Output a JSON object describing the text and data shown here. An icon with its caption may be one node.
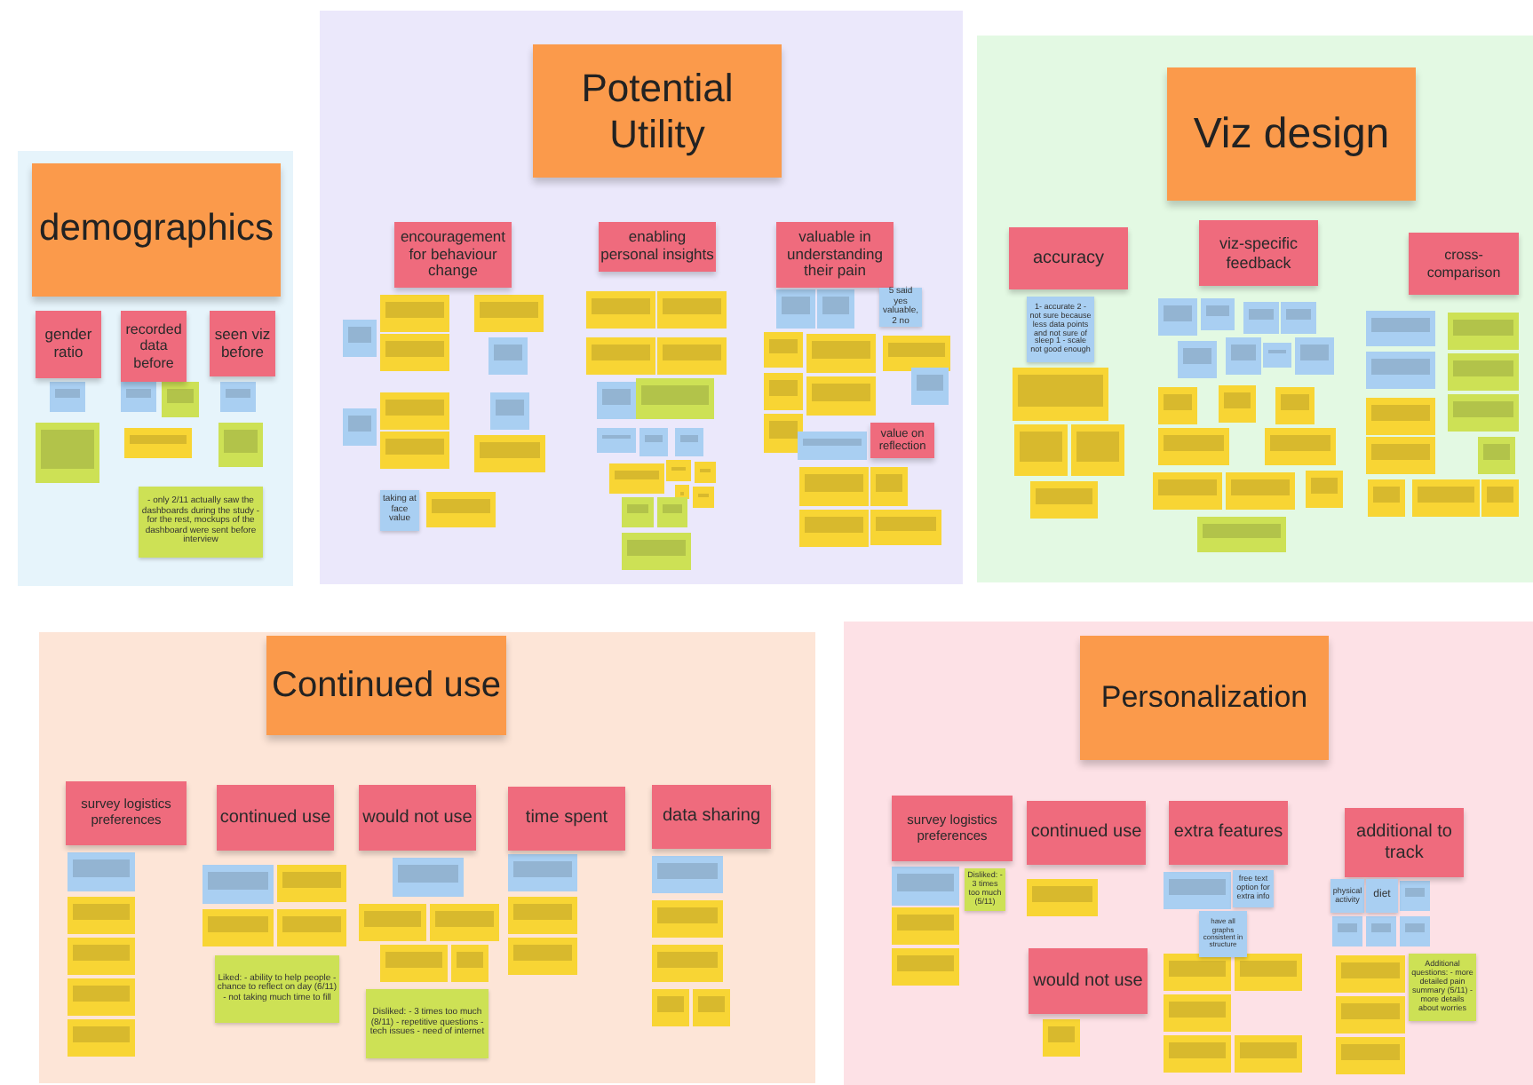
{
  "diagram": {
    "nodes": [
      {
        "text": [
          "demographics"
        ]
      },
      {
        "text": [
          "gender ratio"
        ],
        "in": 0
      },
      {
        "text": [
          "recorded data before"
        ],
        "in": 0
      },
      {
        "text": [
          "seen viz before"
        ],
        "in": 0
      },
      {
        "text": [
          "- only 2/11 actually saw the dashboards during the study - for the rest, mockups of the dashboard were sent before interview"
        ],
        "in": 0
      },
      {
        "text": [
          "Potential Utility"
        ]
      },
      {
        "text": [
          "encouragement for behaviour change"
        ],
        "in": 5
      },
      {
        "text": [
          "enabling personal insights"
        ],
        "in": 5
      },
      {
        "text": [
          "valuable in understanding their pain"
        ],
        "in": 5
      },
      {
        "text": [
          "value on reflection"
        ],
        "in": 5
      },
      {
        "text": [
          "taking at face value"
        ],
        "in": 5
      },
      {
        "text": [
          "5 said yes valuable, 2 no"
        ],
        "in": 5
      },
      {
        "text": [
          "Viz design"
        ]
      },
      {
        "text": [
          "accuracy"
        ],
        "in": 12
      },
      {
        "text": [
          "viz-specific feedback"
        ],
        "in": 12
      },
      {
        "text": [
          "cross-comparison"
        ],
        "in": 12
      },
      {
        "text": [
          "1- accurate 2 - not sure because less data points and not sure of sleep 1 - scale not good enough"
        ],
        "in": 12
      },
      {
        "text": [
          "Continued use"
        ]
      },
      {
        "text": [
          "survey logistics preferences"
        ],
        "in": 17
      },
      {
        "text": [
          "continued use"
        ],
        "in": 17
      },
      {
        "text": [
          "would not use"
        ],
        "in": 17
      },
      {
        "text": [
          "time spent"
        ],
        "in": 17
      },
      {
        "text": [
          "data sharing"
        ],
        "in": 17
      },
      {
        "text": [
          "Liked: - ability to help people - chance to reflect on day (6/11) - not taking much time to fill"
        ],
        "in": 17
      },
      {
        "text": [
          "Disliked: - 3 times too much (8/11) - repetitive questions - tech issues - need of internet"
        ],
        "in": 17
      },
      {
        "text": [
          "Personalization"
        ]
      },
      {
        "text": [
          "survey logistics preferences"
        ],
        "in": 25
      },
      {
        "text": [
          "continued use"
        ],
        "in": 25
      },
      {
        "text": [
          "would not use"
        ],
        "in": 25
      },
      {
        "text": [
          "extra features"
        ],
        "in": 25
      },
      {
        "text": [
          "additional to track"
        ],
        "in": 25
      },
      {
        "text": [
          "Disliked: - 3 times too much (5/11)"
        ],
        "in": 25
      },
      {
        "text": [
          "free text option for extra info"
        ],
        "in": 25
      },
      {
        "text": [
          "have all graphs consistent in structure"
        ],
        "in": 25
      },
      {
        "text": [
          "physical activity"
        ],
        "in": 25
      },
      {
        "text": [
          "diet"
        ],
        "in": 25
      },
      {
        "text": [
          "Additional questions: - more detailed pain summary (5/11) - more details about worries"
        ],
        "in": 25
      }
    ]
  }
}
